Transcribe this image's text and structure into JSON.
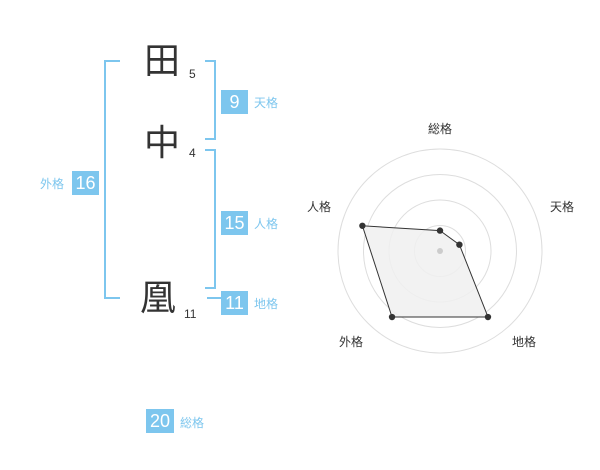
{
  "name": {
    "chars": [
      {
        "char": "田",
        "strokes": "5"
      },
      {
        "char": "中",
        "strokes": "4"
      },
      {
        "char": "凰",
        "strokes": "11"
      }
    ]
  },
  "kaku": {
    "tenkaku": {
      "value": "9",
      "label": "天格"
    },
    "jinkaku": {
      "value": "15",
      "label": "人格"
    },
    "chikaku": {
      "value": "11",
      "label": "地格"
    },
    "gaikaku": {
      "value": "16",
      "label": "外格"
    },
    "soukaku": {
      "value": "20",
      "label": "総格"
    }
  },
  "colors": {
    "accent": "#7dc6ee",
    "text": "#333333",
    "grid": "#dddddd",
    "fill": "#f0f0f0"
  },
  "chart_data": {
    "type": "radar",
    "axes": [
      "総格",
      "天格",
      "地格",
      "外格",
      "人格"
    ],
    "values": [
      0.2,
      0.2,
      0.8,
      0.8,
      0.8
    ],
    "rings": 4
  }
}
